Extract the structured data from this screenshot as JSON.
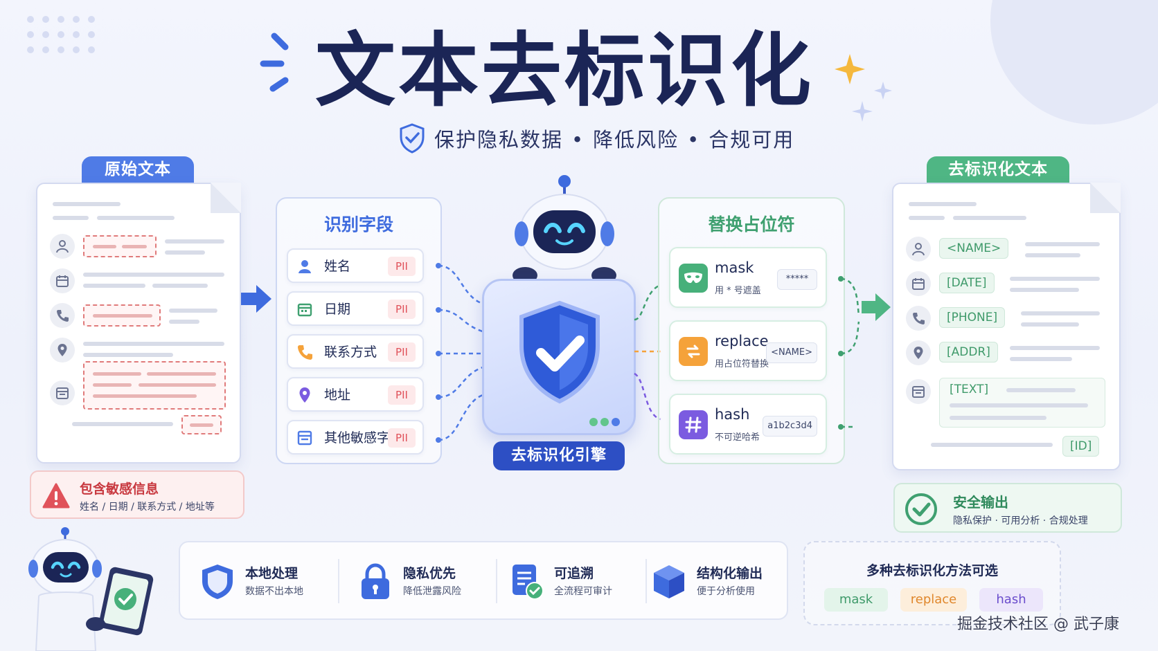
{
  "title": "文本去标识化",
  "subtitle": {
    "parts": [
      "保护隐私数据",
      "降低风险",
      "合规可用"
    ],
    "separator": "•"
  },
  "original": {
    "tab": "原始文本",
    "warning_title": "包含敏感信息",
    "warning_desc": "姓名 / 日期 / 联系方式 / 地址等"
  },
  "fields": {
    "title": "识别字段",
    "items": [
      {
        "label": "姓名",
        "badge": "PII"
      },
      {
        "label": "日期",
        "badge": "PII"
      },
      {
        "label": "联系方式",
        "badge": "PII"
      },
      {
        "label": "地址",
        "badge": "PII"
      },
      {
        "label": "其他敏感字段",
        "badge": "PII"
      }
    ]
  },
  "engine": {
    "label": "去标识化引擎"
  },
  "methods": {
    "title": "替换占位符",
    "items": [
      {
        "name": "mask",
        "desc": "用 * 号遮盖",
        "example": "*****"
      },
      {
        "name": "replace",
        "desc": "用占位符替换",
        "example": "<NAME>"
      },
      {
        "name": "hash",
        "desc": "不可逆哈希",
        "example": "a1b2c3d4"
      }
    ]
  },
  "output": {
    "tab": "去标识化文本",
    "tags": [
      "<NAME>",
      "[DATE]",
      "[PHONE]",
      "[ADDR]",
      "[TEXT]",
      "[ID]"
    ],
    "safe_title": "安全输出",
    "safe_desc": "隐私保护 · 可用分析 · 合规处理"
  },
  "features": [
    {
      "title": "本地处理",
      "desc": "数据不出本地",
      "icon": "shield-icon"
    },
    {
      "title": "隐私优先",
      "desc": "降低泄露风险",
      "icon": "lock-icon"
    },
    {
      "title": "可追溯",
      "desc": "全流程可审计",
      "icon": "audit-doc-icon"
    },
    {
      "title": "结构化输出",
      "desc": "便于分析使用",
      "icon": "cube-icon"
    }
  ],
  "methods_box": {
    "title": "多种去标识化方法可选",
    "pills": [
      "mask",
      "replace",
      "hash"
    ]
  },
  "watermark": "掘金技术社区 @ 武子康",
  "colors": {
    "navy": "#1b2556",
    "blue": "#3e6bde",
    "green": "#3fa070",
    "red": "#e0525a",
    "orange": "#f5a23a",
    "purple": "#7b5be0"
  }
}
